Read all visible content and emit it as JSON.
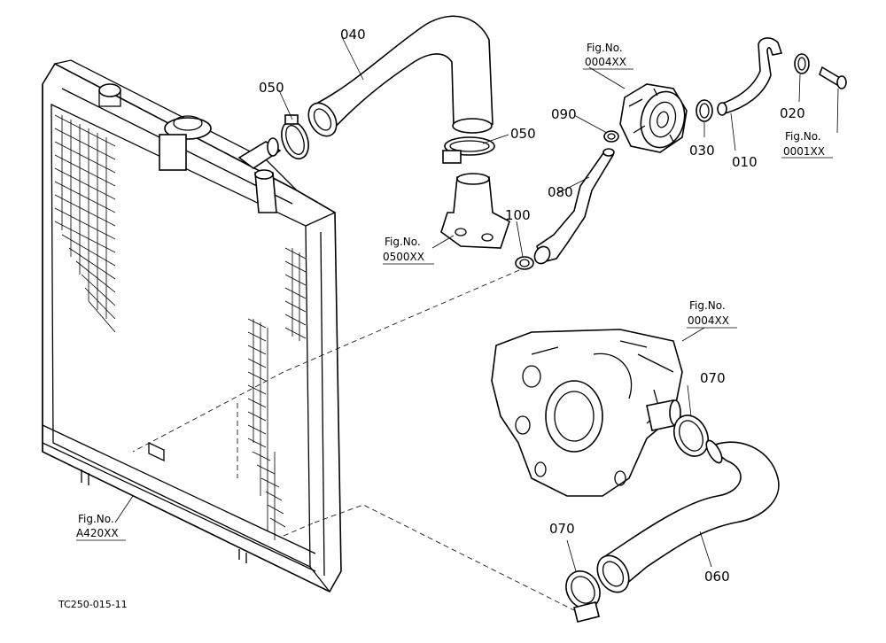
{
  "part_numbers": {
    "p010": "010",
    "p020": "020",
    "p030": "030",
    "p040": "040",
    "p050a": "050",
    "p050b": "050",
    "p060": "060",
    "p070a": "070",
    "p070b": "070",
    "p080": "080",
    "p090": "090",
    "p100": "100"
  },
  "figure_refs": {
    "fig_label": "Fig.No.",
    "ref_0004xx_top": "0004XX",
    "ref_0001xx": "0001XX",
    "ref_0500xx": "0500XX",
    "ref_0004xx_mid": "0004XX",
    "ref_a420xx": "A420XX"
  },
  "footer_code": "TC250-015-11"
}
